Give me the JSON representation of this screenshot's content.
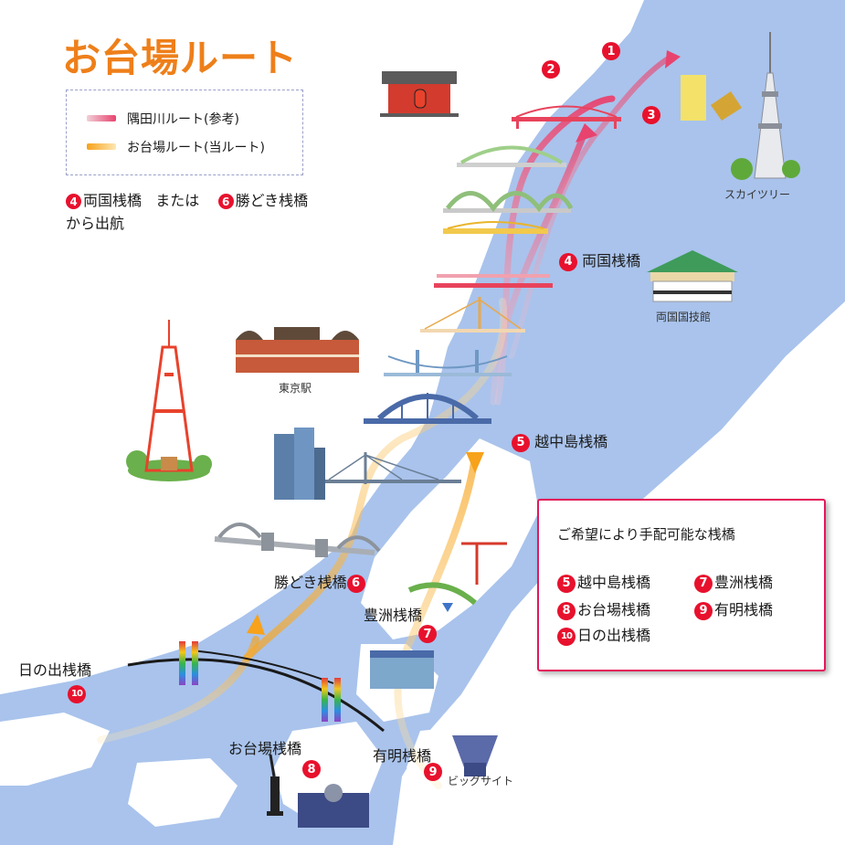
{
  "title": "お台場ルート",
  "legend": {
    "sumida": {
      "label": "隅田川ルート(参考)",
      "color": "#e8436f"
    },
    "odaiba": {
      "label": "お台場ルート(当ルート)",
      "color": "#f7a21a"
    }
  },
  "departure": {
    "pier_a_num": "4",
    "pier_a": "両国桟橋",
    "or": "または",
    "pier_b_num": "6",
    "pier_b": "勝どき桟橋",
    "line2": "から出航"
  },
  "route_numbers": {
    "n1": "1",
    "n2": "2",
    "n3": "3"
  },
  "piers": {
    "ryogoku": {
      "num": "4",
      "name": "両国桟橋"
    },
    "etchujima": {
      "num": "5",
      "name": "越中島桟橋"
    },
    "kachidoki": {
      "num": "6",
      "name": "勝どき桟橋"
    },
    "toyosu": {
      "num": "7",
      "name": "豊洲桟橋"
    },
    "odaiba": {
      "num": "8",
      "name": "お台場桟橋"
    },
    "ariake": {
      "num": "9",
      "name": "有明桟橋"
    },
    "hinode": {
      "num": "10",
      "name": "日の出桟橋"
    }
  },
  "landmarks": {
    "skytree": "スカイツリー",
    "kokugikan": "両国国技館",
    "tokyo_station": "東京駅",
    "big_sight": "ビッグサイト"
  },
  "bookable": {
    "title": "ご希望により手配可能な桟橋",
    "items": [
      {
        "num": "5",
        "name": "越中島桟橋"
      },
      {
        "num": "7",
        "name": "豊洲桟橋"
      },
      {
        "num": "8",
        "name": "お台場桟橋"
      },
      {
        "num": "9",
        "name": "有明桟橋"
      },
      {
        "num": "10",
        "name": "日の出桟橋"
      }
    ]
  },
  "colors": {
    "water": "#a9c3ec",
    "land": "#ffffff",
    "pin": "#e8112d",
    "title": "#ee7f1a",
    "box_border": "#e3185a"
  },
  "icons": [
    "tower-icon",
    "skytree-icon",
    "kaminarimon-gate-icon",
    "kokugikan-icon",
    "station-icon",
    "bridge-icon",
    "statue-of-liberty-icon",
    "big-sight-icon",
    "crane-icon",
    "building-icon"
  ]
}
